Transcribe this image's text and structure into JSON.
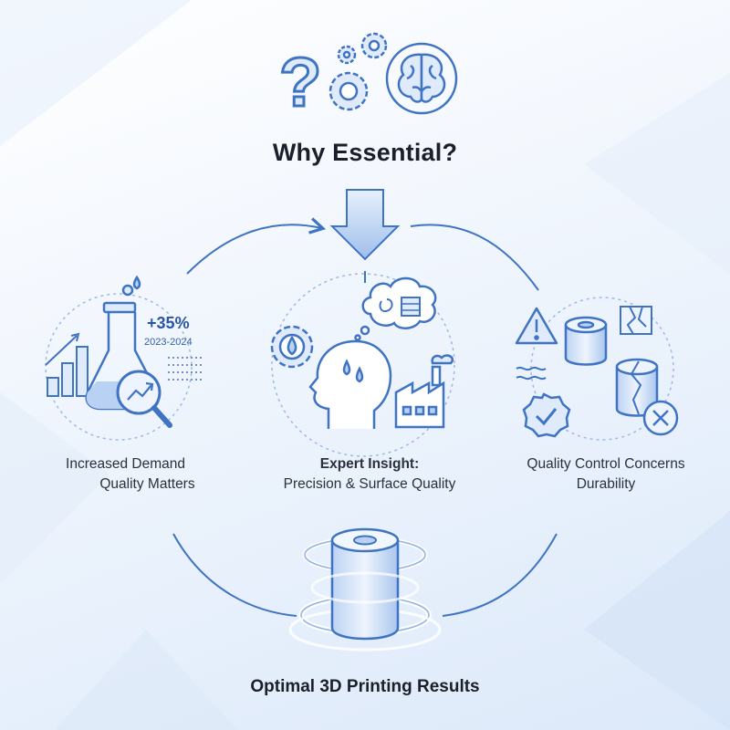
{
  "title": "Why Essential?",
  "left": {
    "stat_value": "+35%",
    "stat_period": "2023-2024",
    "label_line1": "Increased Demand",
    "label_line2": "Quality Matters"
  },
  "center": {
    "label_bold": "Expert Insight:",
    "label_line2": "Precision & Surface Quality"
  },
  "right": {
    "label_line1": "Quality Control Concerns",
    "label_line2": "Durability"
  },
  "bottom": {
    "label": "Optimal 3D Printing Results"
  },
  "icons": [
    "question-mark-icon",
    "gears-icon",
    "brain-icon",
    "down-arrow-icon",
    "flask-icon",
    "bar-chart-icon",
    "magnifier-icon",
    "head-icon",
    "gear-drop-icon",
    "thought-cloud-icon",
    "factory-icon",
    "warning-icon",
    "cylinder-icon",
    "cracked-cylinder-icon",
    "check-badge-icon",
    "error-x-icon",
    "glowing-cylinder-icon"
  ],
  "colors": {
    "line": "#3f73c4",
    "fill_light": "#dfeafa",
    "fill_mid": "#b9d1f2",
    "text": "#1b1f29"
  }
}
